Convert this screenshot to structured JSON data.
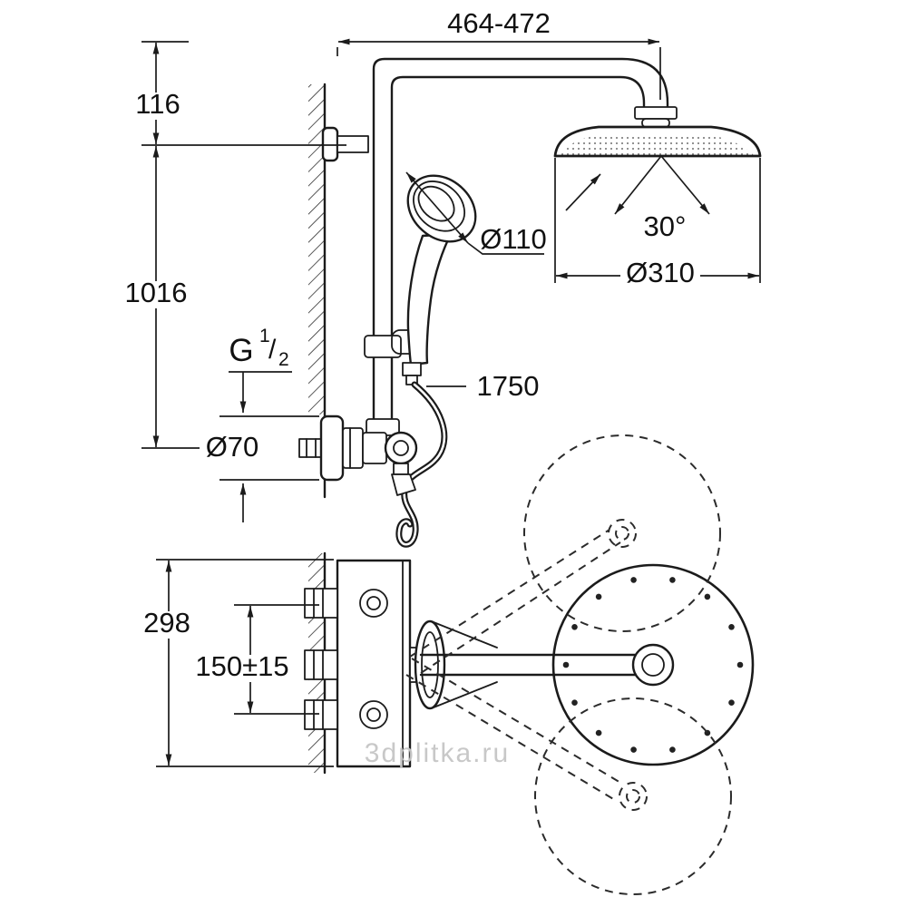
{
  "drawing": {
    "dims": {
      "top_width": "464-472",
      "wall_offset": "116",
      "pipe_height": "1016",
      "rosette_diameter": "Ø70",
      "handshower_diameter": "Ø110",
      "swivel_angle": "30°",
      "headshower_diameter": "Ø310",
      "hose_length": "1750",
      "plate_height": "298",
      "inlet_distance": "150±15"
    },
    "thread": {
      "g": "G",
      "numerator": "1",
      "slash": "/",
      "denominator": "2"
    },
    "watermark": "3dplitka.ru"
  },
  "colors": {
    "line": "#1b1b1b",
    "watermark": "#c6c6c6",
    "background": "#ffffff"
  }
}
